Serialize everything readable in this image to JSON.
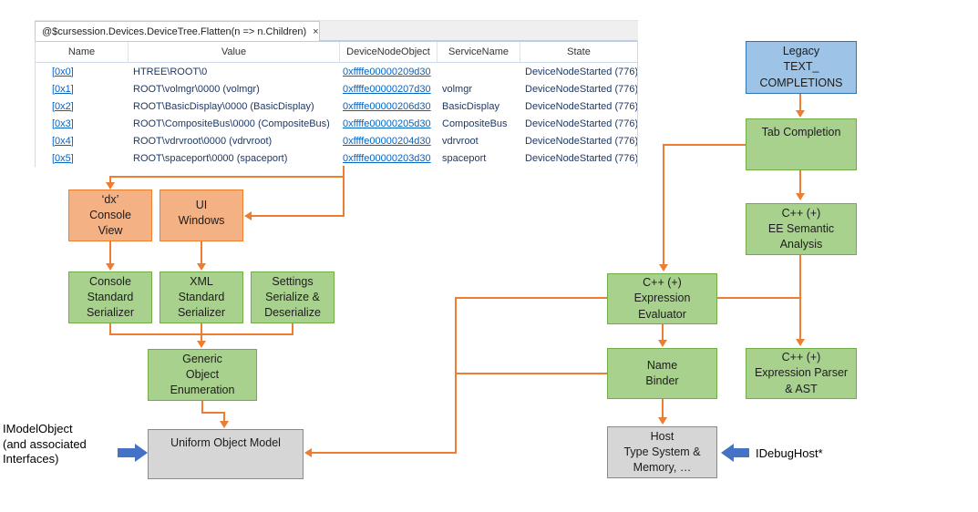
{
  "window": {
    "tab": {
      "title": "@$cursession.Devices.DeviceTree.Flatten(n => n.Children)",
      "close": "×"
    }
  },
  "table": {
    "columns": [
      "Name",
      "Value",
      "DeviceNodeObject",
      "ServiceName",
      "State"
    ],
    "rows": [
      {
        "name": "[0x0]",
        "value": "HTREE\\ROOT\\0",
        "device_node_object": "0xffffe00000209d30",
        "service_name": "",
        "state": "DeviceNodeStarted (776)"
      },
      {
        "name": "[0x1]",
        "value": "ROOT\\volmgr\\0000 (volmgr)",
        "device_node_object": "0xffffe00000207d30",
        "service_name": "volmgr",
        "state": "DeviceNodeStarted (776)"
      },
      {
        "name": "[0x2]",
        "value": "ROOT\\BasicDisplay\\0000 (BasicDisplay)",
        "device_node_object": "0xffffe00000206d30",
        "service_name": "BasicDisplay",
        "state": "DeviceNodeStarted (776)"
      },
      {
        "name": "[0x3]",
        "value": "ROOT\\CompositeBus\\0000 (CompositeBus)",
        "device_node_object": "0xffffe00000205d30",
        "service_name": "CompositeBus",
        "state": "DeviceNodeStarted (776)"
      },
      {
        "name": "[0x4]",
        "value": "ROOT\\vdrvroot\\0000 (vdrvroot)",
        "device_node_object": "0xffffe00000204d30",
        "service_name": "vdrvroot",
        "state": "DeviceNodeStarted (776)"
      },
      {
        "name": "[0x5]",
        "value": "ROOT\\spaceport\\0000 (spaceport)",
        "device_node_object": "0xffffe00000203d30",
        "service_name": "spaceport",
        "state": "DeviceNodeStarted (776)"
      }
    ]
  },
  "diagram": {
    "boxes": {
      "legacy": {
        "label": "Legacy\nTEXT_\nCOMPLETIONS"
      },
      "tabcomp": {
        "label": "Tab Completion"
      },
      "eesem": {
        "label": "C++ (+)\nEE Semantic\nAnalysis"
      },
      "expeval": {
        "label": "C++ (+)\nExpression\nEvaluator"
      },
      "namebind": {
        "label": "Name\nBinder"
      },
      "expparse": {
        "label": "C++ (+)\nExpression Parser\n& AST"
      },
      "host": {
        "label": "Host\nType System &\nMemory, …"
      },
      "dx": {
        "label": "‘dx’\nConsole\nView"
      },
      "uiwin": {
        "label": "UI\nWindows"
      },
      "consser": {
        "label": "Console\nStandard\nSerializer"
      },
      "xmlser": {
        "label": "XML\nStandard\nSerializer"
      },
      "setser": {
        "label": "Settings\nSerialize &\nDeserialize"
      },
      "goe": {
        "label": "Generic\nObject\nEnumeration"
      },
      "uom": {
        "label": "Uniform Object Model"
      }
    },
    "labels": {
      "imodelobject": "IModelObject\n(and associated\nInterfaces)",
      "idebughost": "IDebugHost*"
    }
  },
  "colors": {
    "connector_orange": "#ED7D31",
    "box_salmon_fill": "#F4B183",
    "box_green_fill": "#A9D18E",
    "box_green_border": "#70AD47",
    "box_blue_fill": "#9DC3E6",
    "box_blue_border": "#2E75B6",
    "box_gray_fill": "#D6D6D6",
    "fat_arrow_blue": "#4472C4",
    "link_blue": "#0563C1",
    "table_text_navy": "#1F3864"
  }
}
